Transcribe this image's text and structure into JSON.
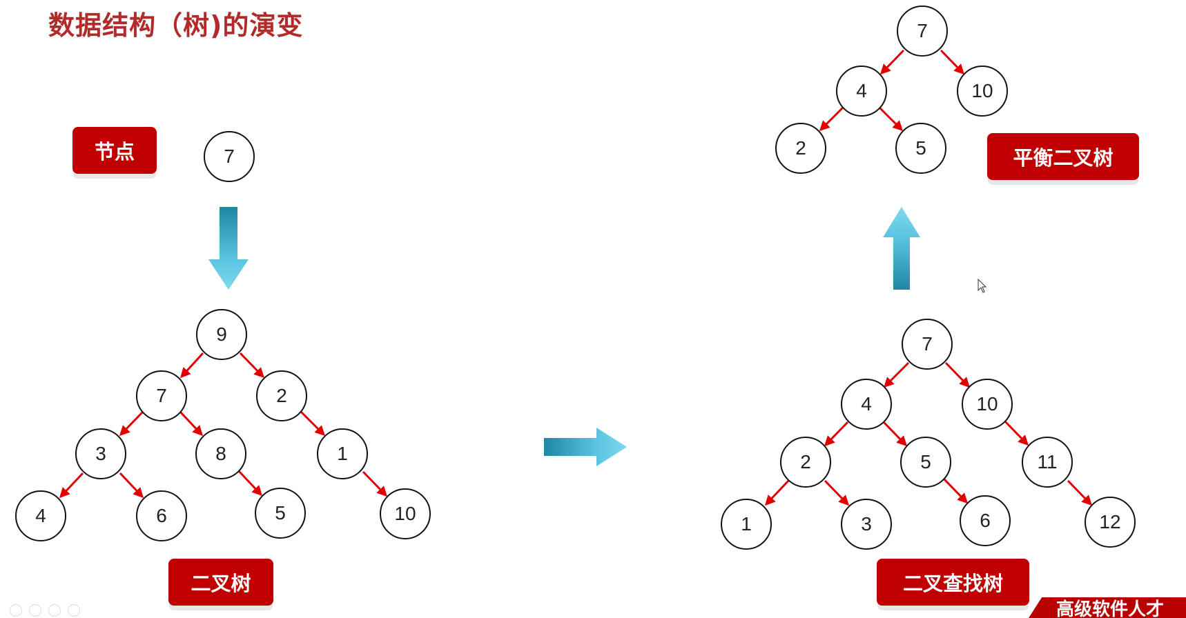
{
  "title": "数据结构（树)的演变",
  "labels": {
    "node": "节点",
    "binary_tree": "二叉树",
    "bst": "二叉查找树",
    "balanced": "平衡二叉树"
  },
  "nodes": {
    "single": "7",
    "bt": [
      "9",
      "7",
      "2",
      "3",
      "8",
      "1",
      "4",
      "6",
      "5",
      "10"
    ],
    "bst": [
      "7",
      "4",
      "10",
      "2",
      "5",
      "11",
      "1",
      "3",
      "6",
      "12"
    ],
    "avl": [
      "7",
      "4",
      "10",
      "2",
      "5"
    ]
  },
  "footer": {
    "banner": "高级软件人才"
  },
  "colors": {
    "accent": "#c00000",
    "edge": "#e00000",
    "arrow": "#4cc0dc"
  }
}
